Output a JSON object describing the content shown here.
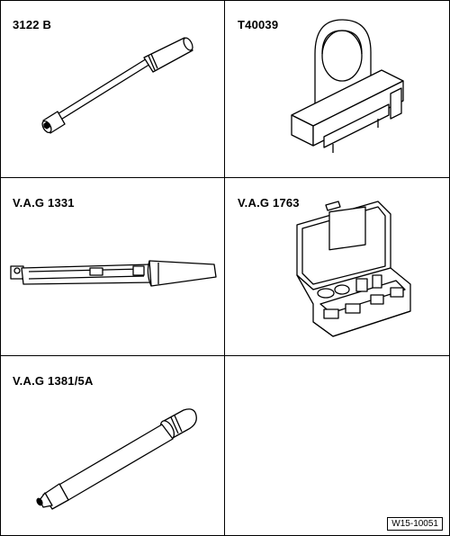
{
  "cells": [
    {
      "label": "3122 B",
      "icon": "socket-extension-icon"
    },
    {
      "label": "T40039",
      "icon": "tool-holder-icon"
    },
    {
      "label": "V.A.G 1331",
      "icon": "torque-wrench-icon"
    },
    {
      "label": "V.A.G 1763",
      "icon": "tool-case-icon"
    },
    {
      "label": "V.A.G 1381/5A",
      "icon": "adapter-pen-icon"
    },
    {
      "label": "",
      "icon": ""
    }
  ],
  "figure_ref": "W15-10051"
}
